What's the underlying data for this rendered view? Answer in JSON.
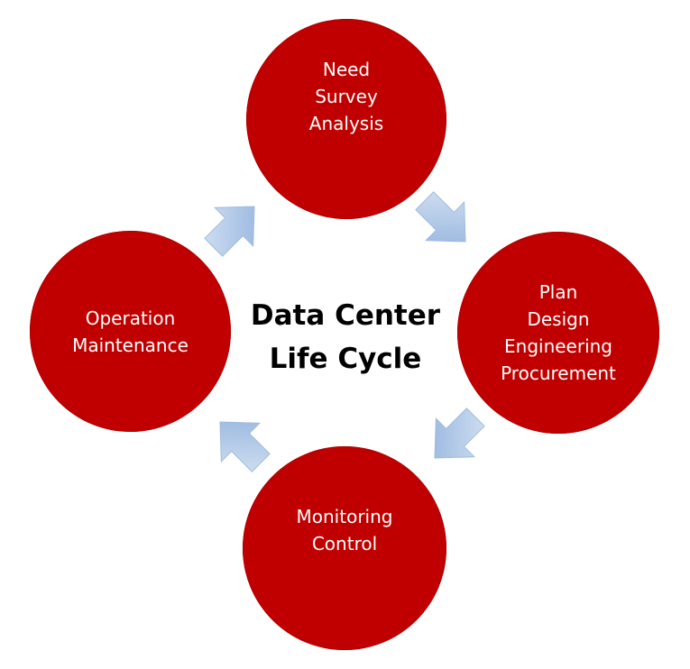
{
  "diagram": {
    "title_lines": [
      "Data Center",
      "Life Cycle"
    ],
    "nodes": {
      "top": [
        "Need",
        "Survey",
        "Analysis"
      ],
      "right": [
        "Plan",
        "Design",
        "Engineering",
        "Procurement"
      ],
      "bottom": [
        "Monitoring",
        "Control"
      ],
      "left": [
        "Operation",
        "Maintenance"
      ]
    },
    "colors": {
      "node_fill": "#c00000",
      "node_text": "#ffffff",
      "arrow_light": "#c9d9ef",
      "arrow_dark": "#8fb0dc",
      "title_text": "#000000"
    },
    "arrow_icons": [
      "arrow-down-right-icon",
      "arrow-down-left-icon",
      "arrow-up-left-icon",
      "arrow-up-right-icon"
    ]
  }
}
